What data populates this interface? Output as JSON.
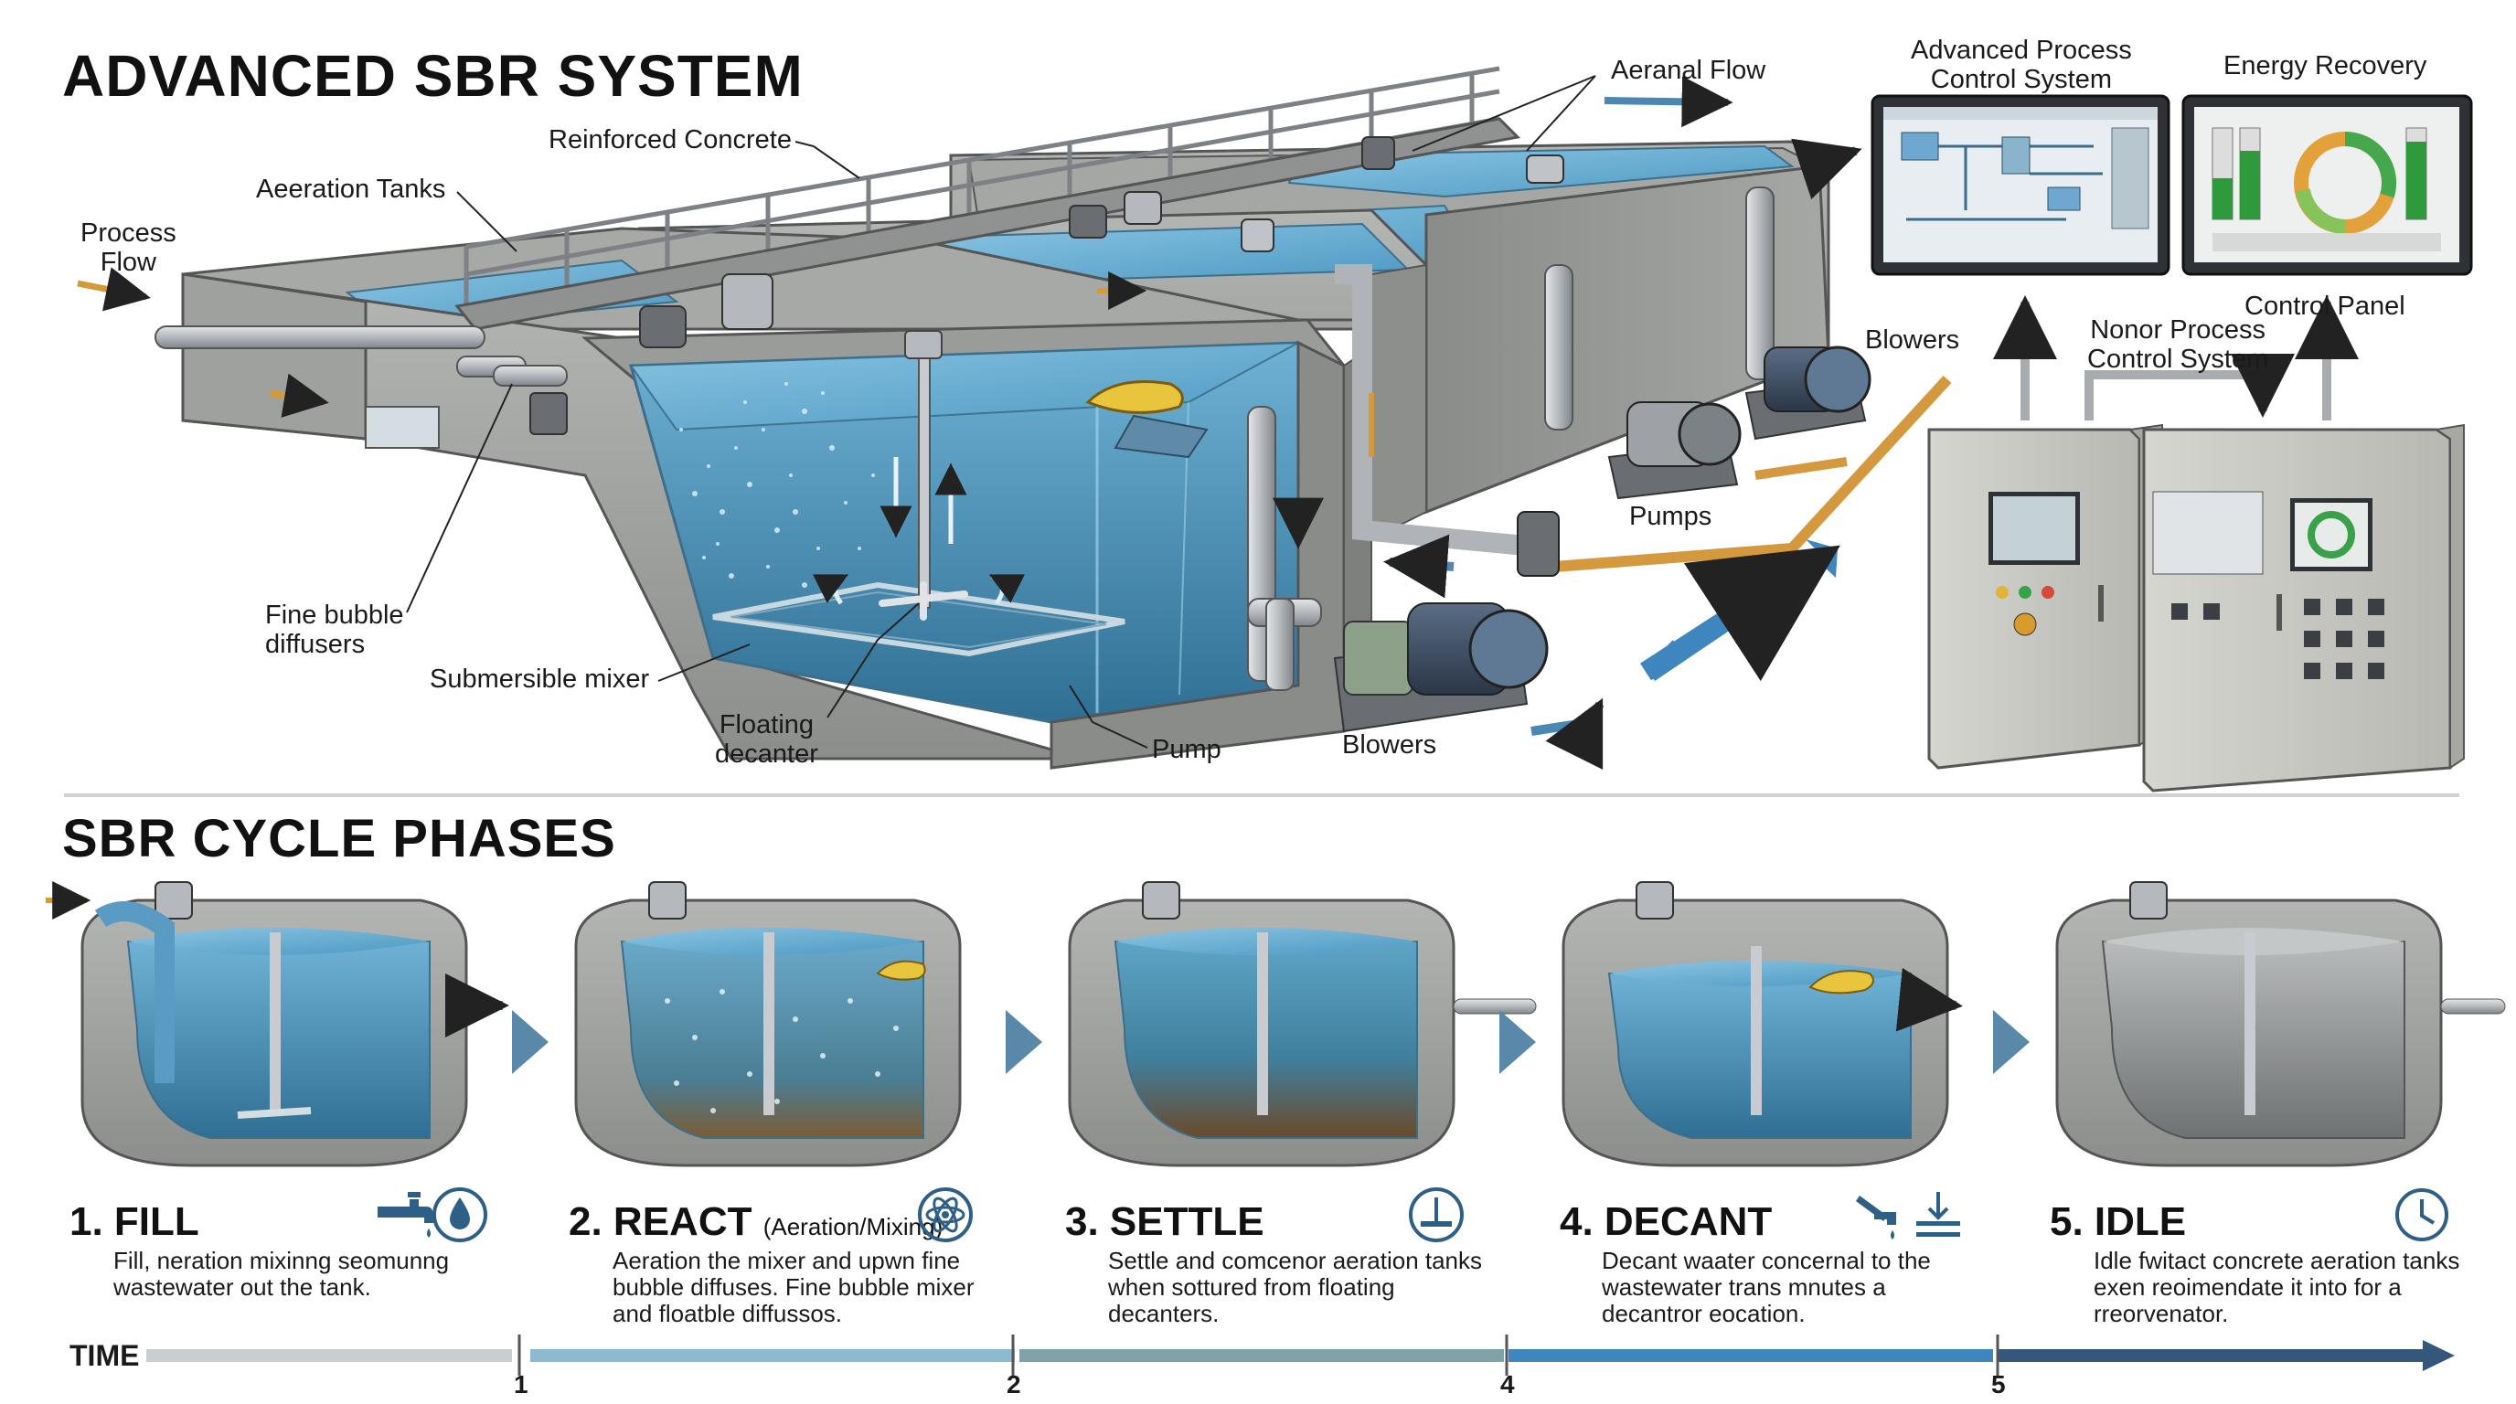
{
  "title": "ADVANCED SBR SYSTEM",
  "labels": {
    "process_flow_1": "Process",
    "process_flow_2": "Flow",
    "aeration_tanks": "Aeeration Tanks",
    "reinforced_concrete": "Reinforced Concrete",
    "aeranal_flow": "Aeranal Flow",
    "fine_bubble_1": "Fine bubble",
    "fine_bubble_2": "diffusers",
    "submersible_mixer": "Submersible mixer",
    "floating_decanter_1": "Floating",
    "floating_decanter_2": "decanter",
    "pump": "Pump",
    "blowers_bottom": "Blowers",
    "blowers_top": "Blowers",
    "pumps": "Pumps",
    "advanced_pcs_1": "Advanced Process",
    "advanced_pcs_2": "Control System",
    "energy_recovery": "Energy Recovery",
    "control_panel": "Control Panel",
    "nonor_pcs_1": "Nonor Process",
    "nonor_pcs_2": "Control System"
  },
  "phases_title": "SBR CYCLE PHASES",
  "phases": [
    {
      "title": "1. FILL",
      "subtitle": "",
      "desc": "Fill, neration mixinng seomunng wastewater out the tank."
    },
    {
      "title": "2. REACT",
      "subtitle": "(Aeration/Mixing)",
      "desc": "Aeration the mixer and upwn fine bubble diffuses. Fine bubble mixer and floatble diffussos."
    },
    {
      "title": "3. SETTLE",
      "subtitle": "",
      "desc": "Settle and comcenor aeration tanks when sottured from floating decanters."
    },
    {
      "title": "4. DECANT",
      "subtitle": "",
      "desc": "Decant waater concernal to the wastewater trans mnutes a decantror eocation."
    },
    {
      "title": "5. IDLE",
      "subtitle": "",
      "desc": "Idle fwitact concrete aeration tanks exen reoimendate it into for a rreorvenator."
    }
  ],
  "timeline": {
    "label": "TIME",
    "ticks": [
      "1",
      "2",
      "4",
      "5"
    ]
  },
  "colors": {
    "concrete": "#9a9c9a",
    "water": "#4d93b8",
    "pipe": "#b8bcbf",
    "orange_pipe": "#d89a3e",
    "arrow_blue": "#4a87b5",
    "phase_arrow": "#5a88a8"
  },
  "icons": [
    "faucet-icon",
    "water-drop-icon",
    "atom-icon",
    "settle-icon",
    "decant-icon",
    "level-icon",
    "clock-icon"
  ]
}
